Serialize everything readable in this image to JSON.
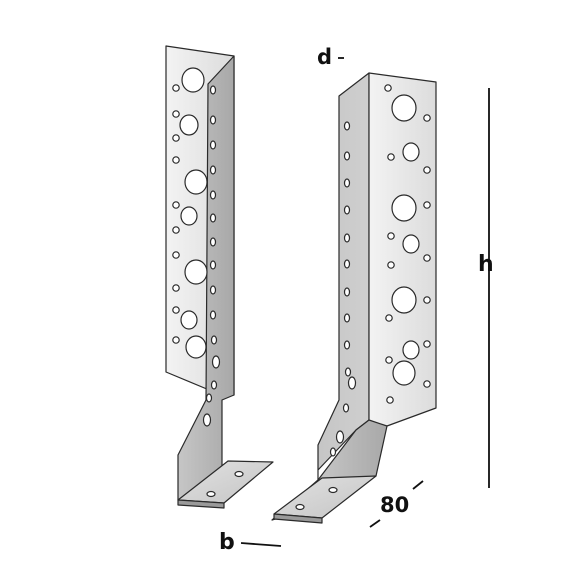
{
  "labels": {
    "depth": "d",
    "height": "h",
    "width_value": "80",
    "breadth": "b"
  },
  "colors": {
    "background": "#ffffff",
    "metal_light": "#eeeeee",
    "metal_mid": "#d3d3d3",
    "metal_dark": "#a9a9a9",
    "edge": "#2a2a2a",
    "text": "#111111"
  }
}
